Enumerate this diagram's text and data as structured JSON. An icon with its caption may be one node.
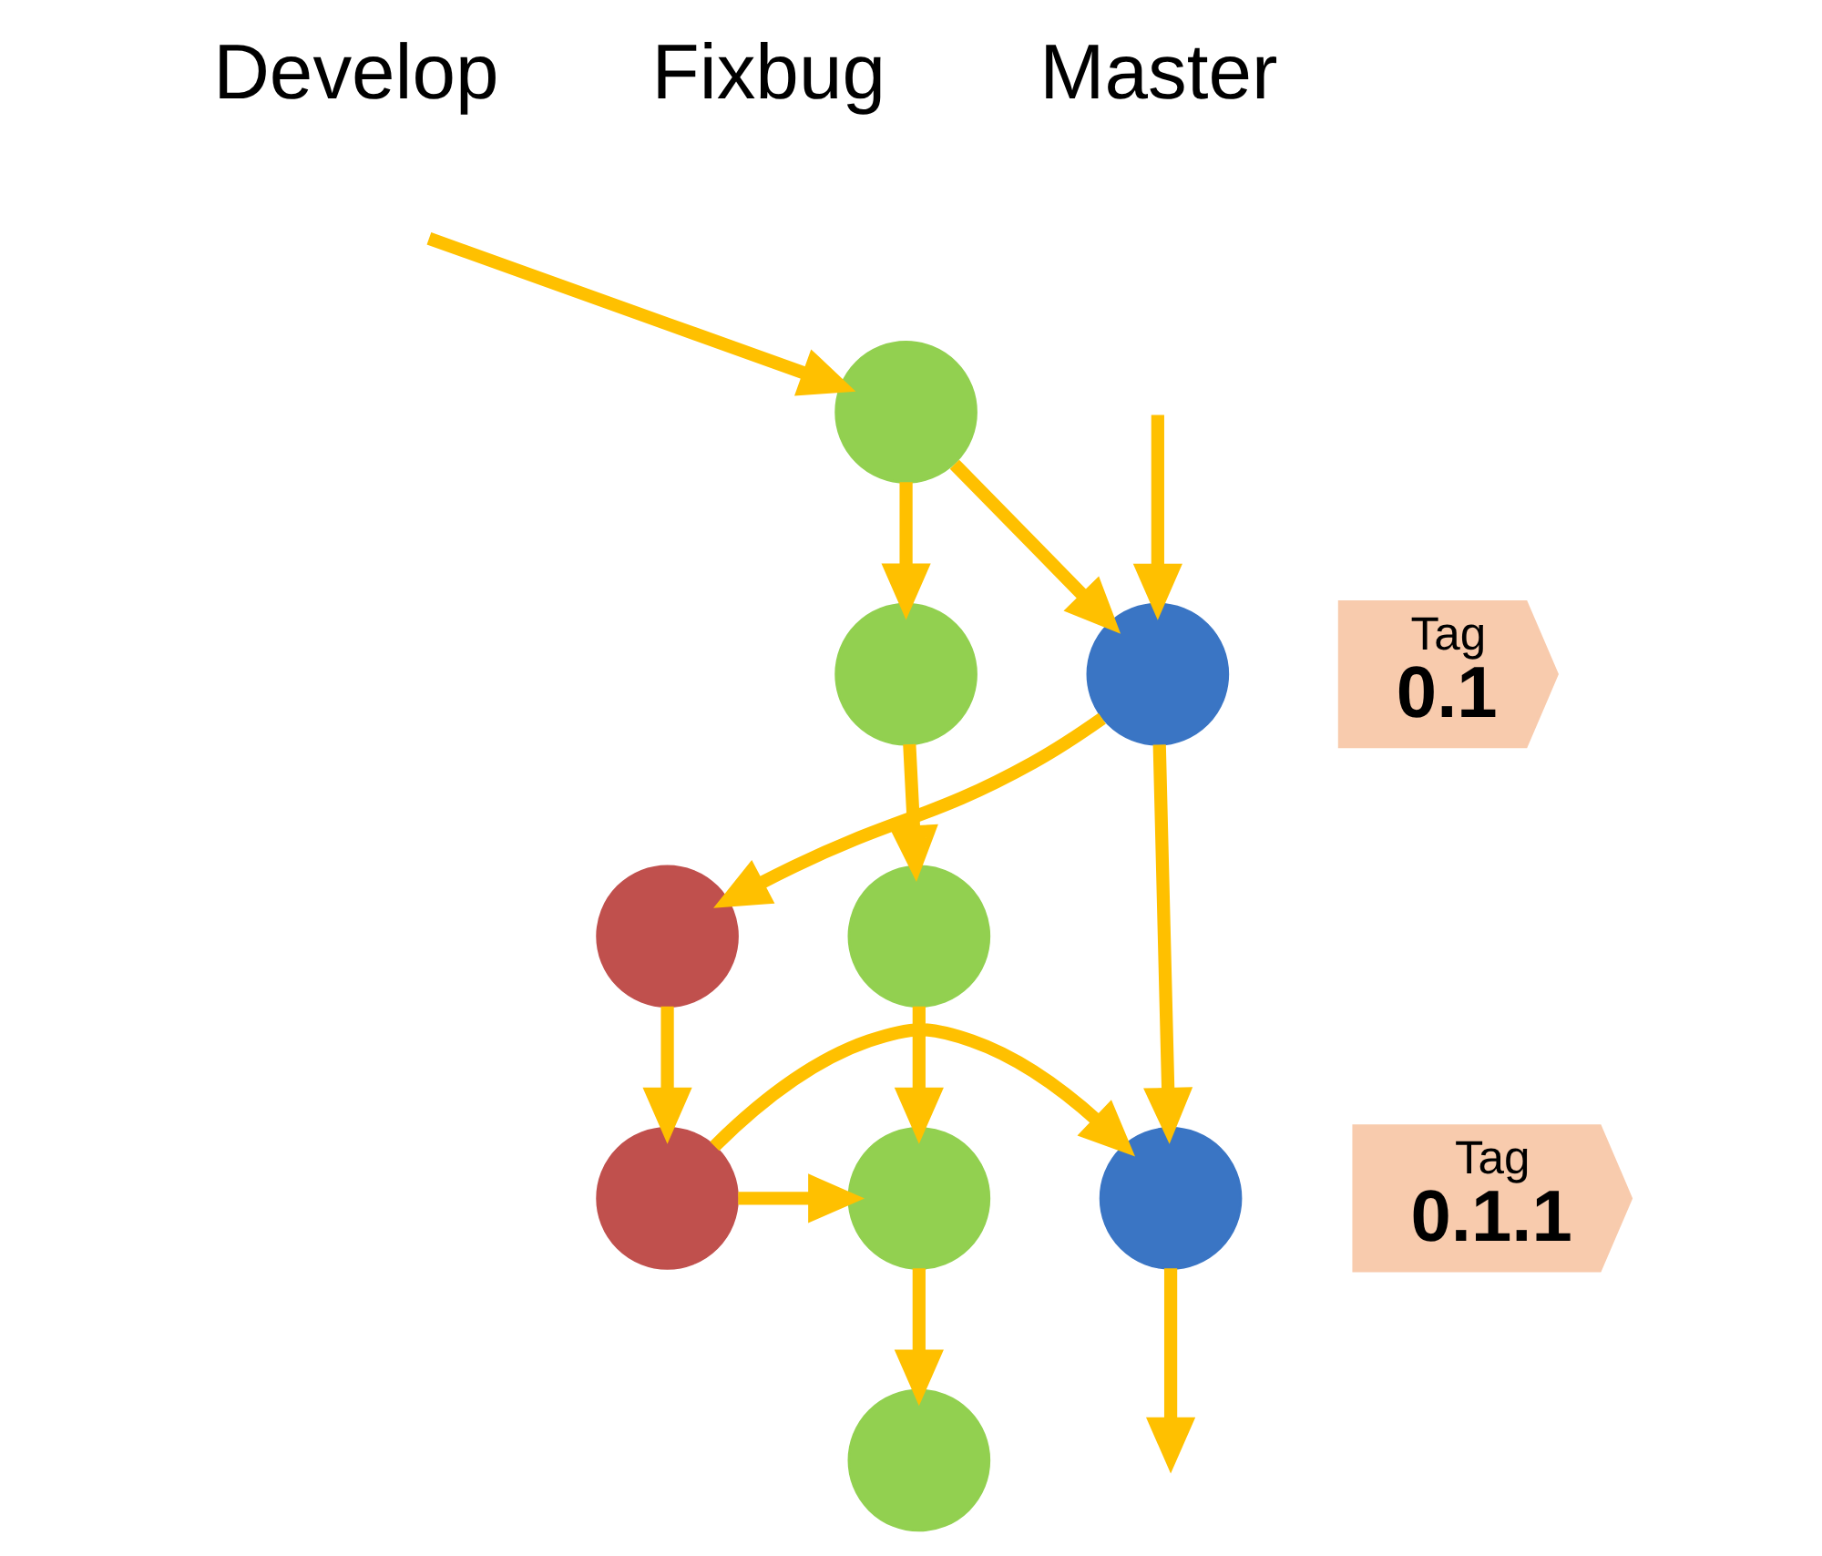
{
  "diagram": {
    "nodes": [
      {
        "text": [],
        "shape": "circle"
      },
      {
        "text": [],
        "shape": "circle"
      },
      {
        "text": [],
        "shape": "circle"
      },
      {
        "text": [],
        "shape": "circle"
      },
      {
        "text": [],
        "shape": "circle"
      },
      {
        "text": [],
        "shape": "circle"
      },
      {
        "text": [],
        "shape": "circle"
      },
      {
        "text": [],
        "shape": "circle"
      },
      {
        "text": [],
        "shape": "circle"
      },
      {
        "text": [
          "Tag",
          "0.1"
        ]
      },
      {
        "text": [
          "Tag",
          "0.1.1"
        ]
      }
    ],
    "edges": [
      {
        "from": null,
        "to": 0,
        "arrow": "to"
      },
      {
        "from": 0,
        "to": 1,
        "arrow": "to"
      },
      {
        "from": 1,
        "to": 2,
        "arrow": "to"
      },
      {
        "from": 2,
        "to": 3,
        "arrow": "to"
      },
      {
        "from": 3,
        "to": 4,
        "arrow": "to"
      },
      {
        "from": 0,
        "to": 5,
        "arrow": "to"
      },
      {
        "from": null,
        "to": 5,
        "arrow": "to"
      },
      {
        "from": 5,
        "to": 7,
        "arrow": "to"
      },
      {
        "from": 7,
        "to": 8,
        "arrow": "to"
      },
      {
        "from": 8,
        "to": 3,
        "arrow": "to"
      },
      {
        "from": 8,
        "to": 6,
        "arrow": "to"
      },
      {
        "from": 5,
        "to": 6,
        "arrow": "to"
      },
      {
        "from": 6,
        "to": null,
        "arrow": "to"
      }
    ],
    "labels": [
      "Develop",
      "Fixbug",
      "Master"
    ]
  }
}
